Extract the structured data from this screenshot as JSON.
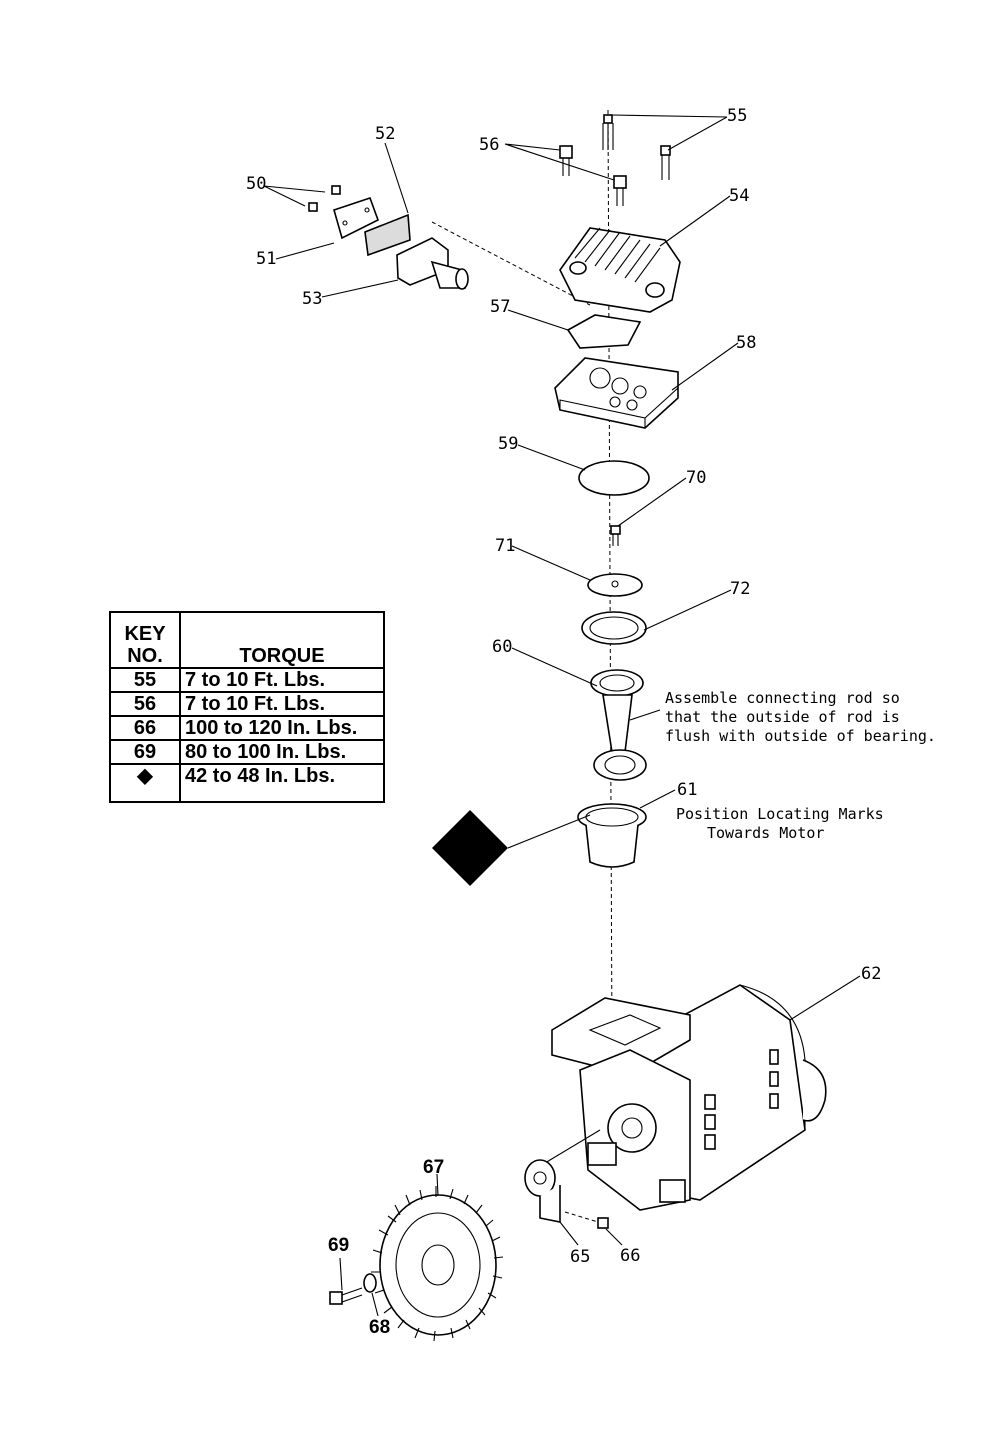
{
  "part_labels": {
    "p50": "50",
    "p51": "51",
    "p52": "52",
    "p53": "53",
    "p54": "54",
    "p55": "55",
    "p56": "56",
    "p57": "57",
    "p58": "58",
    "p59": "59",
    "p60": "60",
    "p61": "61",
    "p62": "62",
    "p65": "65",
    "p66": "66",
    "p67": "67",
    "p68": "68",
    "p69": "69",
    "p70": "70",
    "p71": "71",
    "p72": "72"
  },
  "notes": {
    "connecting_rod": [
      "Assemble connecting rod so",
      "that the outside of rod is",
      "flush with outside of bearing."
    ],
    "locating_marks": [
      "Position Locating Marks",
      "Towards Motor"
    ]
  },
  "torque_table": {
    "header_key_1": "KEY",
    "header_key_2": "NO.",
    "header_torque": "TORQUE",
    "rows": [
      {
        "key": "55",
        "torque": "7 to 10 Ft. Lbs."
      },
      {
        "key": "56",
        "torque": "7 to 10 Ft. Lbs."
      },
      {
        "key": "66",
        "torque": "100 to 120 In. Lbs."
      },
      {
        "key": "69",
        "torque": "80 to 100 In. Lbs."
      },
      {
        "key": "◆",
        "torque": "42 to 48 In. Lbs."
      }
    ]
  }
}
